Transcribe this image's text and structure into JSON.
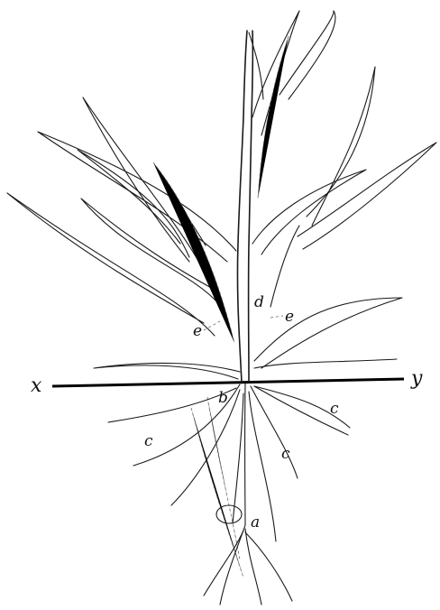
{
  "labels": {
    "a": "a",
    "b": "b",
    "c1": "c",
    "c2": "c",
    "c3": "c",
    "d": "d",
    "e1": "e",
    "e2": "e",
    "x": "x",
    "y": "y"
  }
}
